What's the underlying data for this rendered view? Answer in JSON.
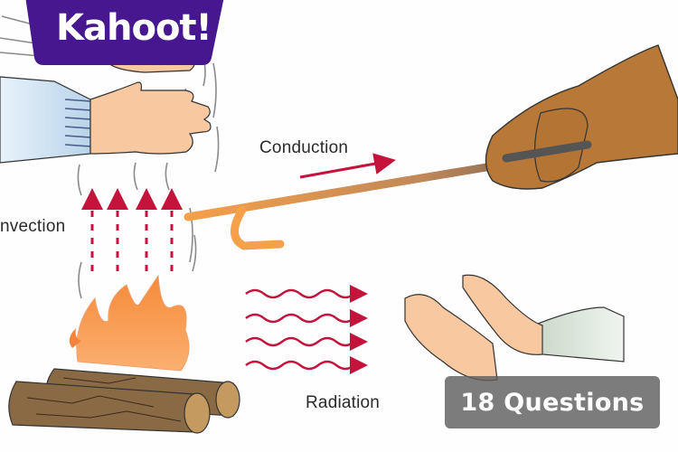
{
  "brand": {
    "name": "Kahoot!",
    "color": "#46178f"
  },
  "diagram": {
    "labels": {
      "conduction": "Conduction",
      "convection": "nvection",
      "radiation": "Radiation"
    },
    "colors": {
      "arrow": "#c4143c",
      "rod": "#f0a050",
      "flame": "#f5833a",
      "log": "#8a6a44",
      "skin": "#f8c8a0",
      "glove": "#b87838"
    }
  },
  "badge": {
    "question_count": "18 Questions"
  }
}
